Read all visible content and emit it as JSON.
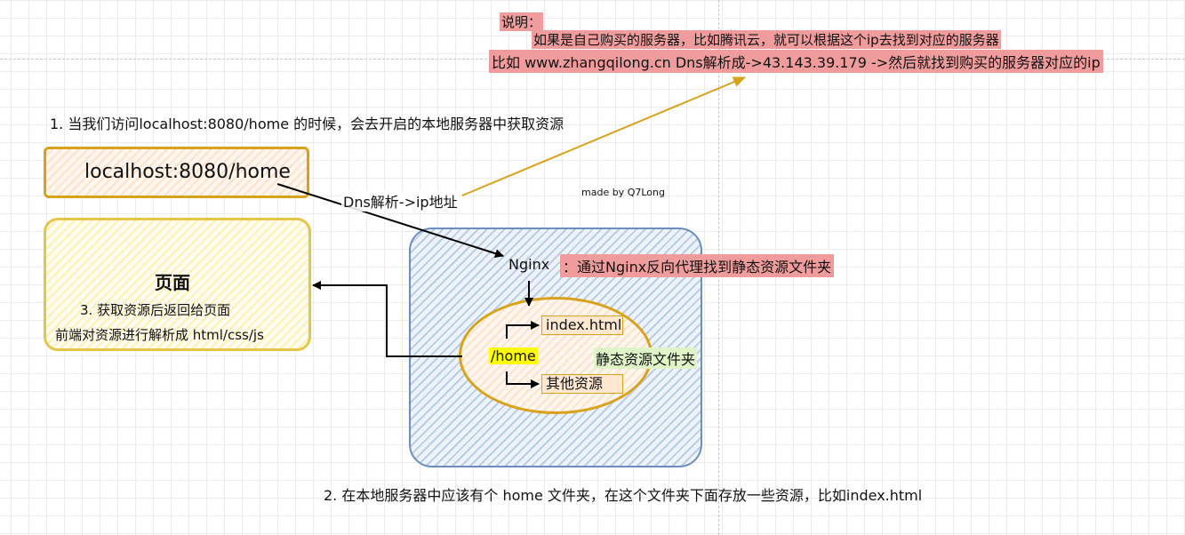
{
  "note": {
    "title": "说明：",
    "line1": "如果是自己购买的服务器，比如腾讯云，就可以根据这个ip去找到对应的服务器",
    "line2": "比如 www.zhangqilong.cn  Dns解析成->43.143.39.179 ->然后就找到购买的服务器对应的ip"
  },
  "steps": {
    "step1": "1. 当我们访问localhost:8080/home 的时候，会去开启的本地服务器中获取资源",
    "step2": "2. 在本地服务器中应该有个 home 文件夹，在这个文件夹下面存放一些资源，比如index.html"
  },
  "url_box": {
    "text": "localhost:8080/home"
  },
  "page_box": {
    "title": "页面",
    "line1": "3. 获取资源后返回给页面",
    "line2": "前端对资源进行解析成 html/css/js"
  },
  "dns_label": "Dns解析->ip地址",
  "credit": "made by Q7Long",
  "server": {
    "nginx": "Nginx",
    "nginx_desc": "：通过Nginx反向代理找到静态资源文件夹",
    "route": "/home",
    "folder_label": "静态资源文件夹",
    "files": [
      "index.html",
      "其他资源"
    ]
  },
  "colors": {
    "note_highlight": "#f19c9c",
    "orange_border": "#d8a21b",
    "yellow_border": "#e6c64a",
    "blue_border": "#6c8ebf",
    "route_highlight": "#ffff00",
    "folder_highlight": "#dff5c8"
  }
}
